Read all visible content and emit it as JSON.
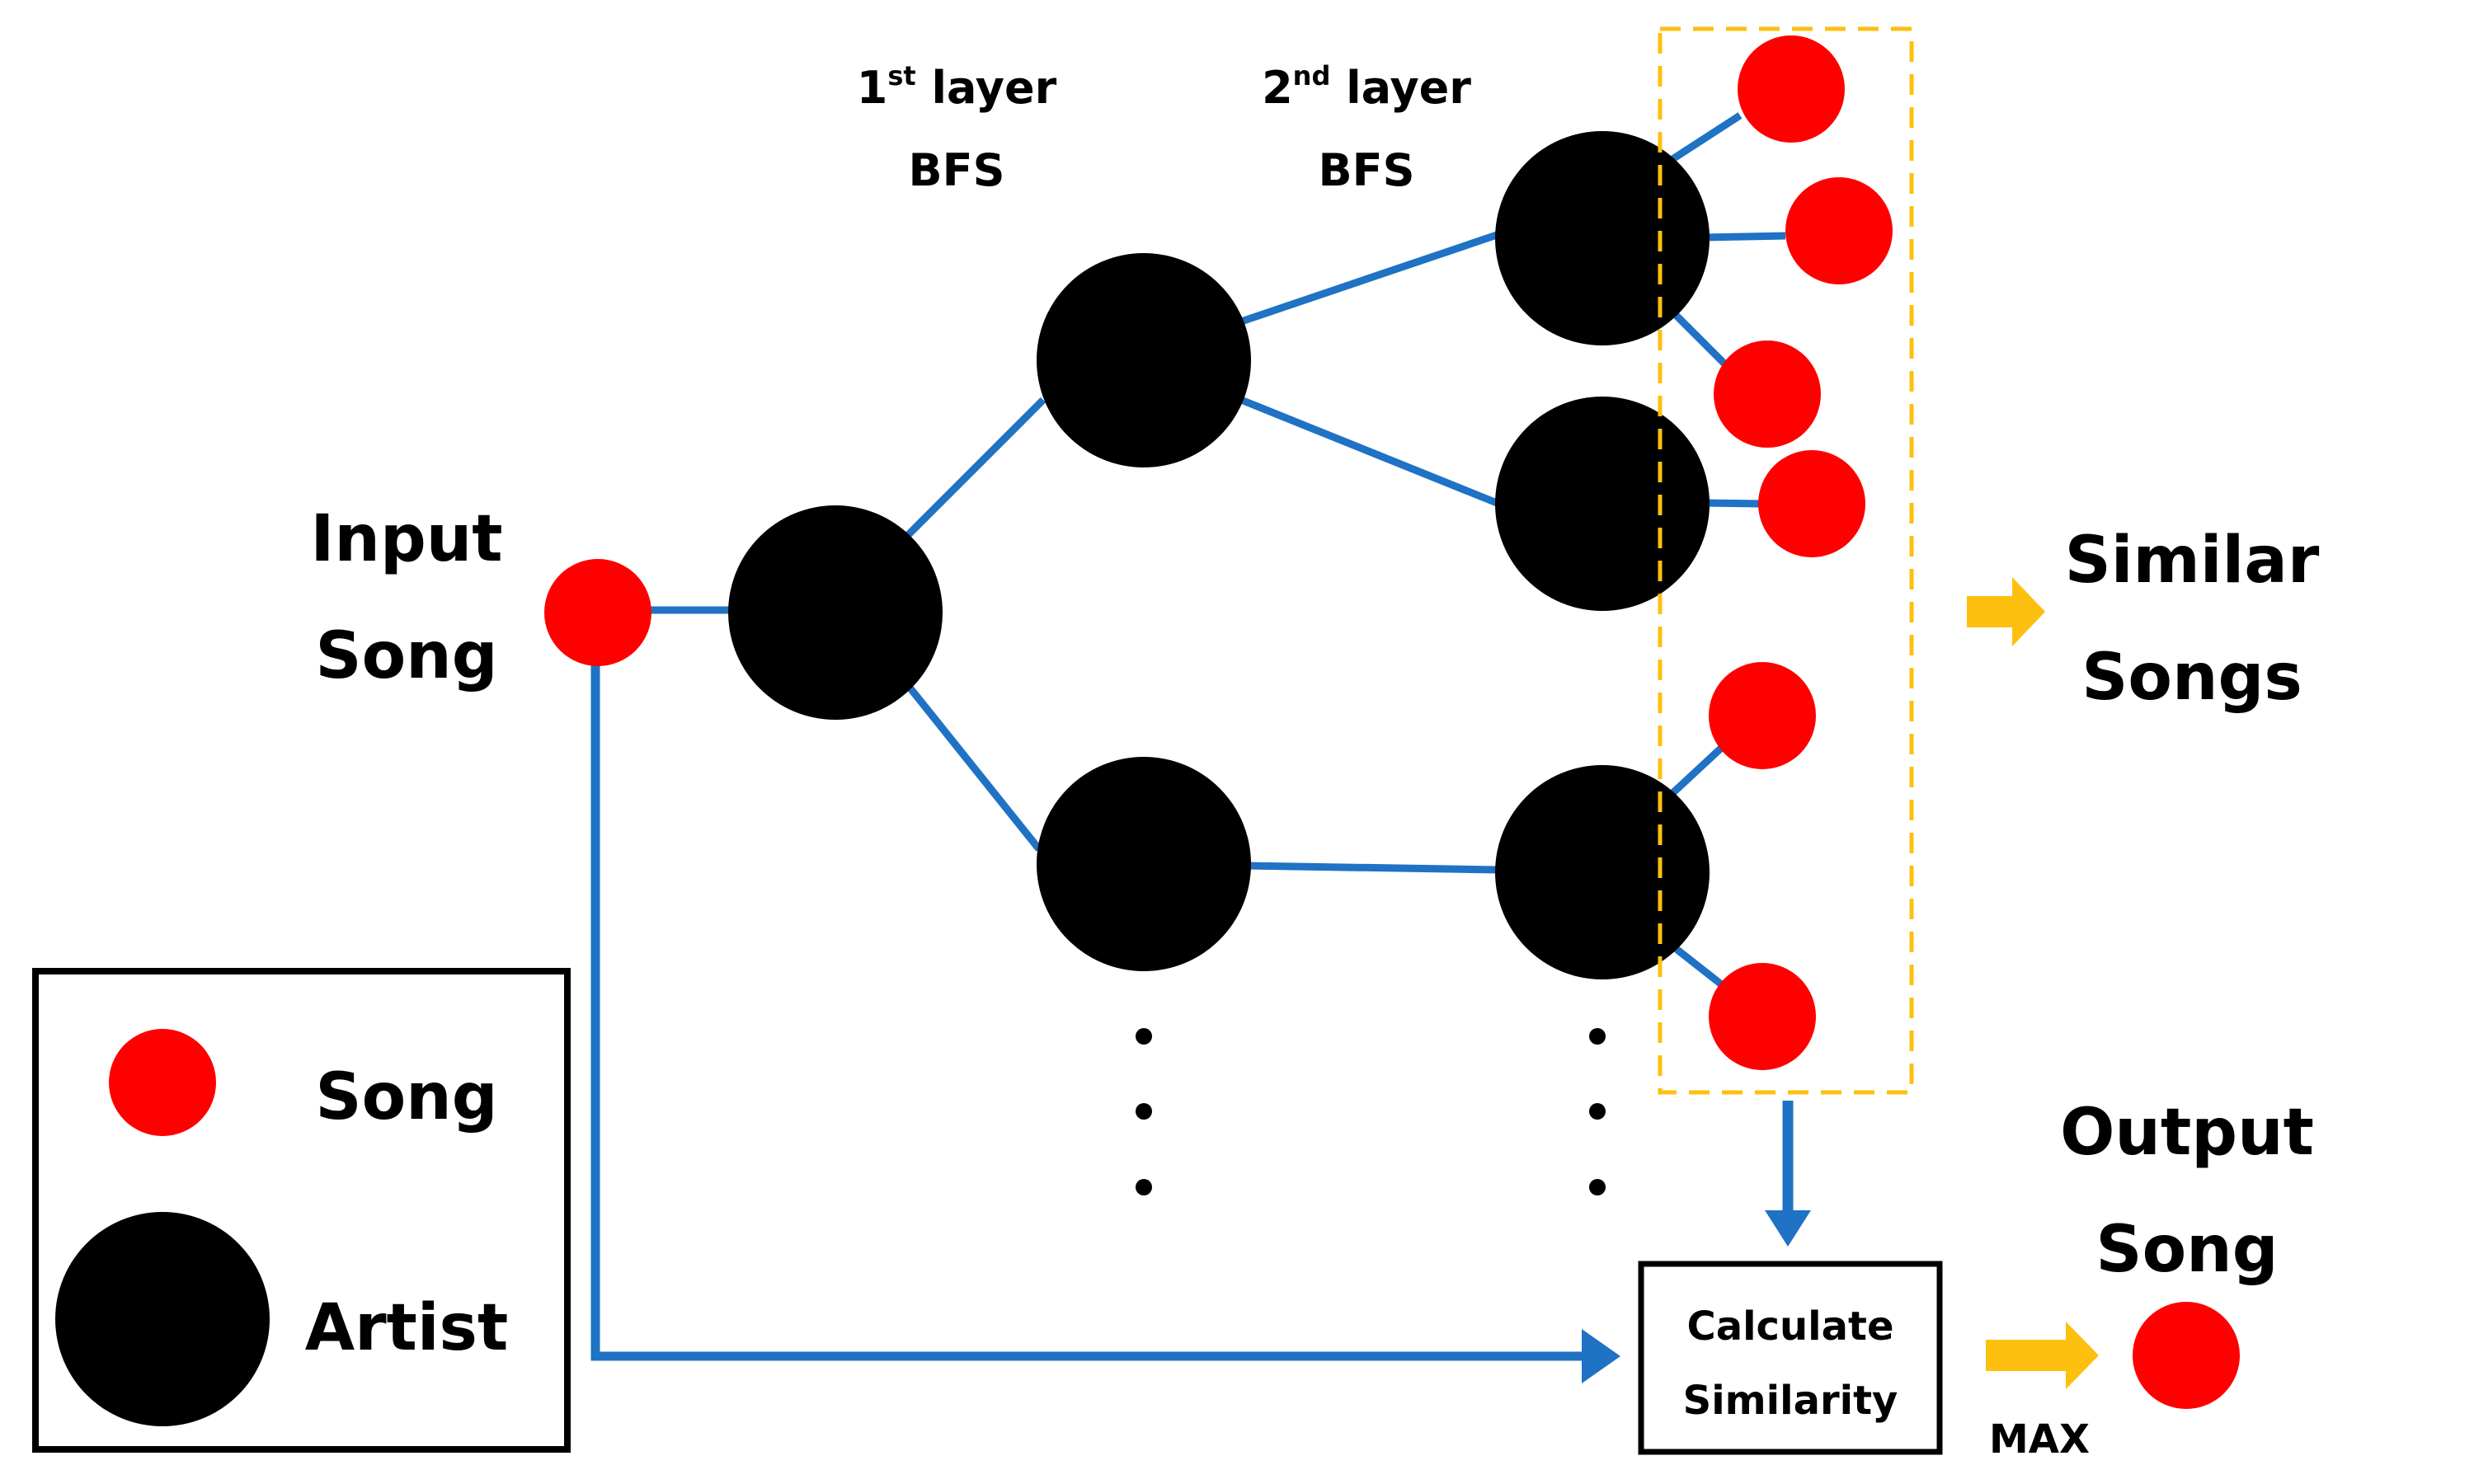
{
  "labels": {
    "input_line1": "Input",
    "input_line2": "Song",
    "layer1_ordinal": "1",
    "layer1_sup": "st",
    "layer1_word": " layer",
    "layer1_bfs": "BFS",
    "layer2_ordinal": "2",
    "layer2_sup": "nd",
    "layer2_word": " layer",
    "layer2_bfs": "BFS",
    "similar_line1": "Similar",
    "similar_line2": "Songs",
    "output_line1": "Output",
    "output_line2": "Song",
    "calc_line1": "Calculate",
    "calc_line2": "Similarity",
    "max": "MAX"
  },
  "legend": {
    "song": "Song",
    "artist": "Artist"
  },
  "colors": {
    "song": "#ff0000",
    "artist": "#000000",
    "edge": "#1f72c4",
    "highlight": "#fdc00f"
  }
}
